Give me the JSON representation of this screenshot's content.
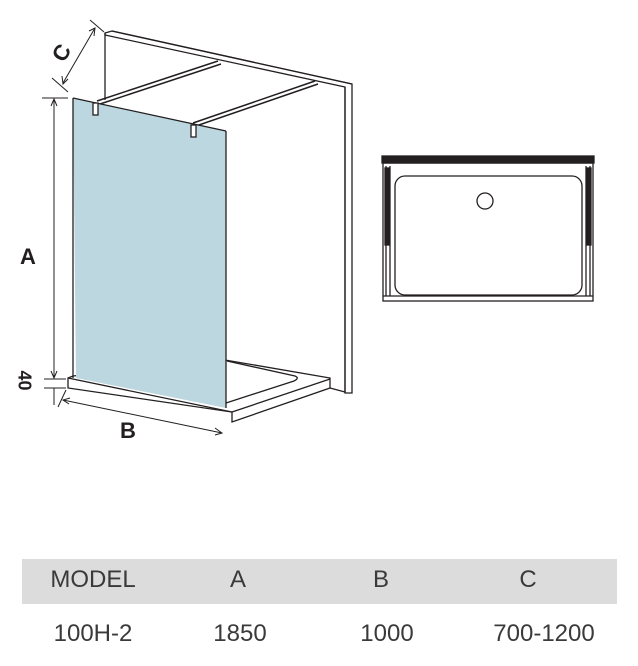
{
  "diagram": {
    "dimension_labels": {
      "a": "A",
      "b": "B",
      "c": "C",
      "base": "40"
    },
    "glass_color": "#bcd7e0"
  },
  "table": {
    "headers": [
      "MODEL",
      "A",
      "B",
      "C"
    ],
    "rows": [
      [
        "100H-2",
        "1850",
        "1000",
        "700-1200"
      ]
    ]
  }
}
